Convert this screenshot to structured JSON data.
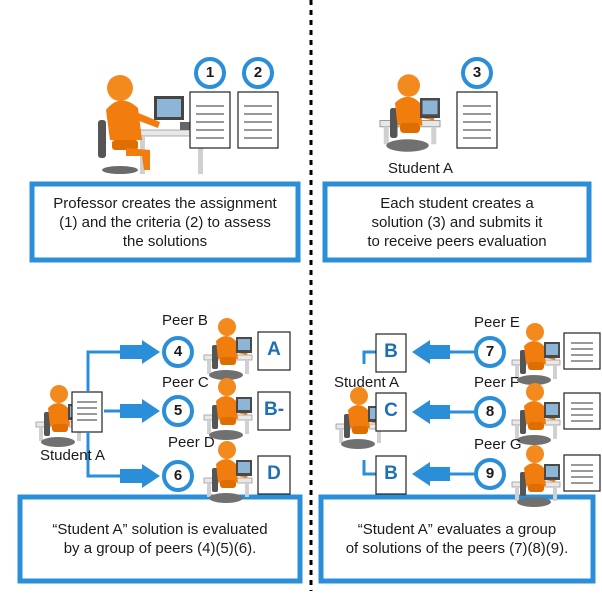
{
  "colors": {
    "blue": "#2a8fd8",
    "dark_blue": "#1f6fb8",
    "orange": "#f07d0e",
    "divider": "#000000"
  },
  "icons": {
    "person": "orange-person-at-computer-icon",
    "document": "document-icon"
  },
  "panels": {
    "top_left": {
      "text": "Professor creates the assignment\n(1) and the criteria (2) to assess\nthe solutions",
      "numbers": [
        "1",
        "2"
      ]
    },
    "top_right": {
      "text": "Each student creates a\nsolution (3) and submits it\nto receive peers evaluation",
      "numbers": [
        "3"
      ],
      "student_label": "Student  A"
    },
    "bottom_left": {
      "text": "“Student A” solution is evaluated\nby a group of peers (4)(5)(6).",
      "student_label": "Student  A",
      "peers": [
        {
          "name": "Peer B",
          "number": "4",
          "grade": "A"
        },
        {
          "name": "Peer C",
          "number": "5",
          "grade": "B-"
        },
        {
          "name": "Peer D",
          "number": "6",
          "grade": "D"
        }
      ]
    },
    "bottom_right": {
      "text": "“Student A” evaluates a group\nof solutions of the peers  (7)(8)(9).",
      "student_label": "Student  A",
      "peers": [
        {
          "name": "Peer E",
          "number": "7",
          "grade": "B"
        },
        {
          "name": "Peer F",
          "number": "8",
          "grade": "C"
        },
        {
          "name": "Peer G",
          "number": "9",
          "grade": "B"
        }
      ]
    }
  }
}
